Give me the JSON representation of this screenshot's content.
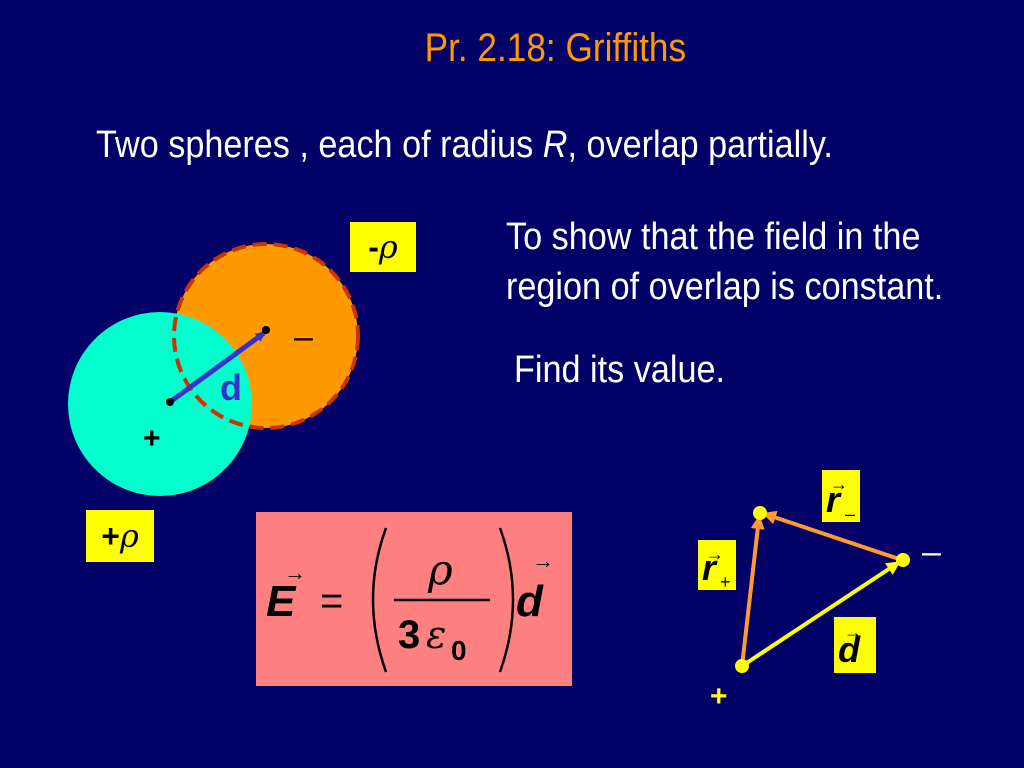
{
  "slide": {
    "title": "Pr. 2.18: Griffiths",
    "statement_pre": "Two spheres , each of radius ",
    "statement_var": "R",
    "statement_post": ", overlap partially.",
    "goal_line1": "To show that the field in the",
    "goal_line2": "region of overlap is constant.",
    "find_text": "Find its value."
  },
  "spheres_diagram": {
    "negative_label_sign": "-",
    "negative_label_symbol": "ρ",
    "positive_label_sign": "+",
    "positive_label_symbol": "ρ",
    "minus_mark": "–",
    "plus_mark": "+",
    "d_label": "d",
    "colors": {
      "negative_sphere": "#ff9900",
      "positive_sphere": "#00ffcc",
      "dashed_outline": "#cc3300",
      "d_arrow": "#3333cc"
    }
  },
  "formula": {
    "lhs": "E",
    "equals": "=",
    "numerator": "ρ",
    "denominator_coef": "3",
    "denominator_symbol": "ε",
    "denominator_subscript": "0",
    "rhs": "d",
    "box_color": "#ff8080"
  },
  "vector_diagram": {
    "r_minus_letter": "r",
    "r_minus_sub": "–",
    "r_plus_letter": "r",
    "r_plus_sub": "+",
    "d_letter": "d",
    "minus_mark": "–",
    "plus_mark": "+",
    "colors": {
      "r_arrows": "#ff9933",
      "d_arrow": "#ffff00"
    }
  }
}
